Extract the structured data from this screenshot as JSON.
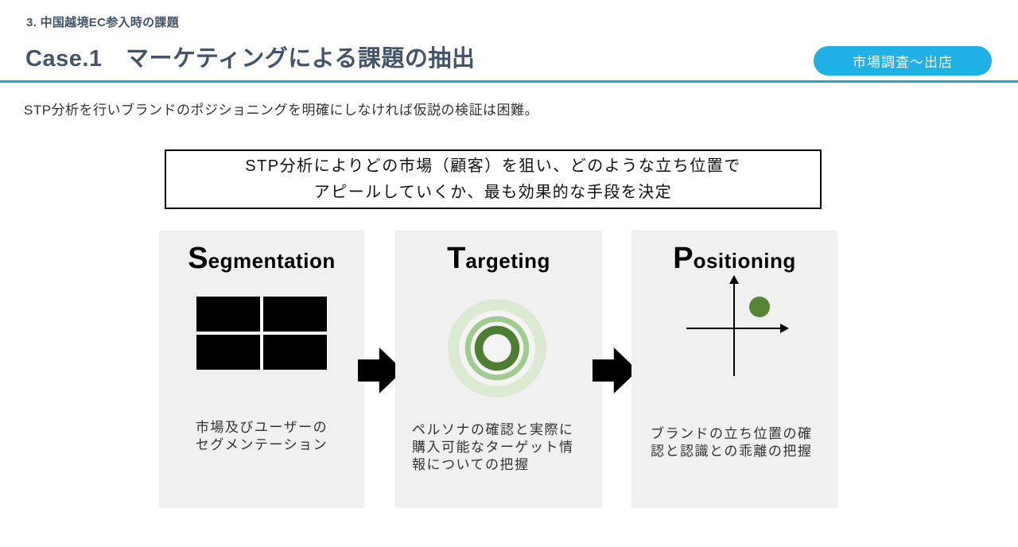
{
  "colors": {
    "accent": "#1fb0e5",
    "divider": "#2e9fd6",
    "heading": "#44546a",
    "card_bg": "#f0f0f0",
    "green_dark": "#4e7e32",
    "green_mid": "#a2cb90",
    "green_pale": "#dcead3",
    "green_dot": "#568635",
    "arrow": "#000000"
  },
  "header": {
    "section": "3. 中国越境EC参入時の課題",
    "title": "Case.1　マーケティングによる課題の抽出",
    "tag": "市場調査～出店"
  },
  "lead": "STP分析を行いブランドのポジショニングを明確にしなければ仮説の検証は困難。",
  "highlight_box": {
    "line1": "STP分析によりどの市場（顧客）を狙い、どのような立ち位置で",
    "line2": "アピールしていくか、最も効果的な手段を決定"
  },
  "cards": [
    {
      "initial": "S",
      "rest": "egmentation",
      "icon": "segmentation-grid-icon",
      "caption": "市場及びユーザーの\nセグメンテーション"
    },
    {
      "initial": "T",
      "rest": "argeting",
      "icon": "target-icon",
      "caption": "ペルソナの確認と実際に購入可能なターゲット情報についての把握"
    },
    {
      "initial": "P",
      "rest": "ositioning",
      "icon": "positioning-axes-icon",
      "caption": "ブランドの立ち位置の確認と認識との乖離の把握"
    }
  ]
}
